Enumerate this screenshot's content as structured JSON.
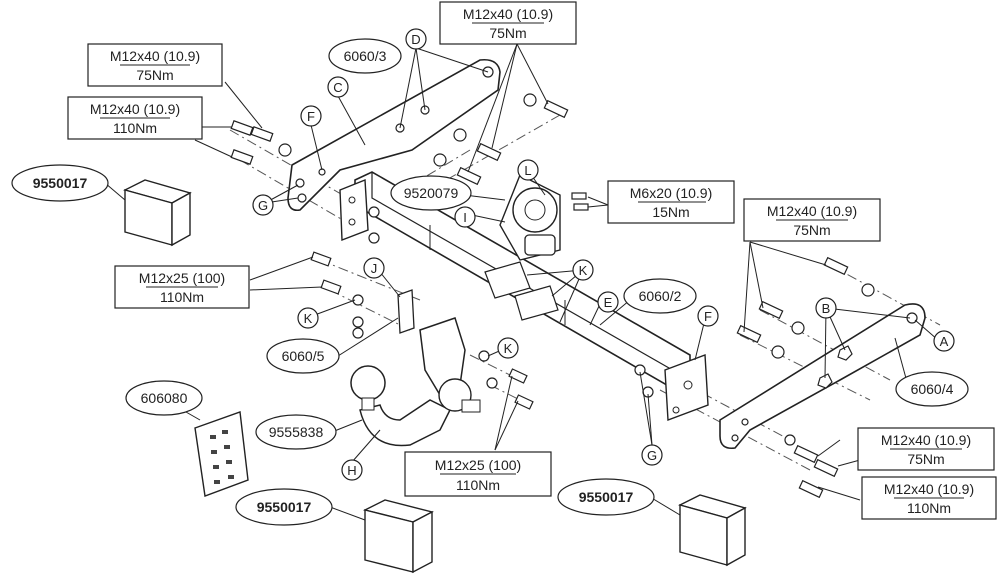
{
  "spec_boxes": [
    {
      "id": "m12x40-75-topleft",
      "spec": "M12x40 (10.9)",
      "torque": "75Nm"
    },
    {
      "id": "m12x40-110-topleft",
      "spec": "M12x40 (10.9)",
      "torque": "110Nm"
    },
    {
      "id": "m12x40-75-top",
      "spec": "M12x40 (10.9)",
      "torque": "75Nm"
    },
    {
      "id": "m6x20-15",
      "spec": "M6x20 (10.9)",
      "torque": "15Nm"
    },
    {
      "id": "m12x40-75-right",
      "spec": "M12x40 (10.9)",
      "torque": "75Nm"
    },
    {
      "id": "m12x25-110-left",
      "spec": "M12x25 (100)",
      "torque": "110Nm"
    },
    {
      "id": "m12x25-110-bottom",
      "spec": "M12x25 (100)",
      "torque": "110Nm"
    },
    {
      "id": "m12x40-75-bottomright",
      "spec": "M12x40 (10.9)",
      "torque": "75Nm"
    },
    {
      "id": "m12x40-110-bottomright",
      "spec": "M12x40 (10.9)",
      "torque": "110Nm"
    }
  ],
  "part_labels": {
    "p6060_3": "6060/3",
    "p6060_2": "6060/2",
    "p6060_4": "6060/4",
    "p6060_5": "6060/5",
    "p9520079": "9520079",
    "p9555838": "9555838",
    "p606080": "606080",
    "p9550017_a": "9550017",
    "p9550017_b": "9550017",
    "p9550017_c": "9550017"
  },
  "letters": {
    "A": "A",
    "B": "B",
    "C": "C",
    "D": "D",
    "E": "E",
    "F1": "F",
    "F2": "F",
    "G1": "G",
    "G2": "G",
    "H": "H",
    "I": "I",
    "J": "J",
    "K1": "K",
    "K2": "K",
    "K3": "K",
    "L": "L"
  }
}
